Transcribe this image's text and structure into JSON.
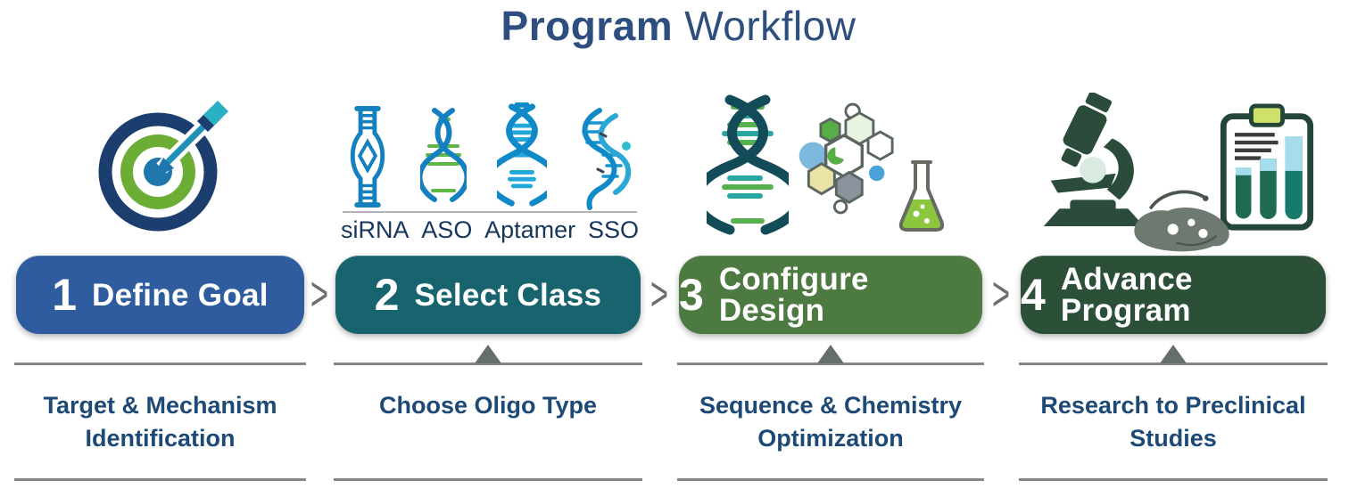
{
  "title": {
    "bold": "Program",
    "regular": "Workflow"
  },
  "chevron": ">",
  "colors": {
    "title_text": "#2d4e7e",
    "description_text": "#1d4976",
    "oligo_label_text": "#17365c",
    "separator_line": "#858585",
    "marker_gray": "#666e6b",
    "step1_blue": "#2e5c9e",
    "step2_teal": "#17646e",
    "step3_green": "#4d7a40",
    "step4_dark_green": "#2c4f37",
    "icon_blue": "#1480bf",
    "icon_green": "#5fb546",
    "icon_teal": "#2ab0c5"
  },
  "steps": [
    {
      "number": "1",
      "label": "Define Goal",
      "description": "Target & Mechanism Identification",
      "color": "#2e5c9e",
      "icons": [
        "target-icon"
      ]
    },
    {
      "number": "2",
      "label": "Select Class",
      "description": "Choose Oligo Type",
      "color": "#17646e",
      "icons": [
        "sirna-icon",
        "aso-icon",
        "aptamer-icon",
        "sso-icon"
      ],
      "oligo_labels": [
        "siRNA",
        "ASO",
        "Aptamer",
        "SSO"
      ]
    },
    {
      "number": "3",
      "label": "Configure Design",
      "description": "Sequence & Chemistry Optimization",
      "color": "#4d7a40",
      "icons": [
        "dna-helix-icon",
        "molecule-cluster-icon",
        "flask-icon"
      ]
    },
    {
      "number": "4",
      "label": "Advance Program",
      "description": "Research to Preclinical Studies",
      "color": "#2c4f37",
      "icons": [
        "microscope-icon",
        "mouse-icon",
        "clipboard-chart-icon"
      ]
    }
  ]
}
